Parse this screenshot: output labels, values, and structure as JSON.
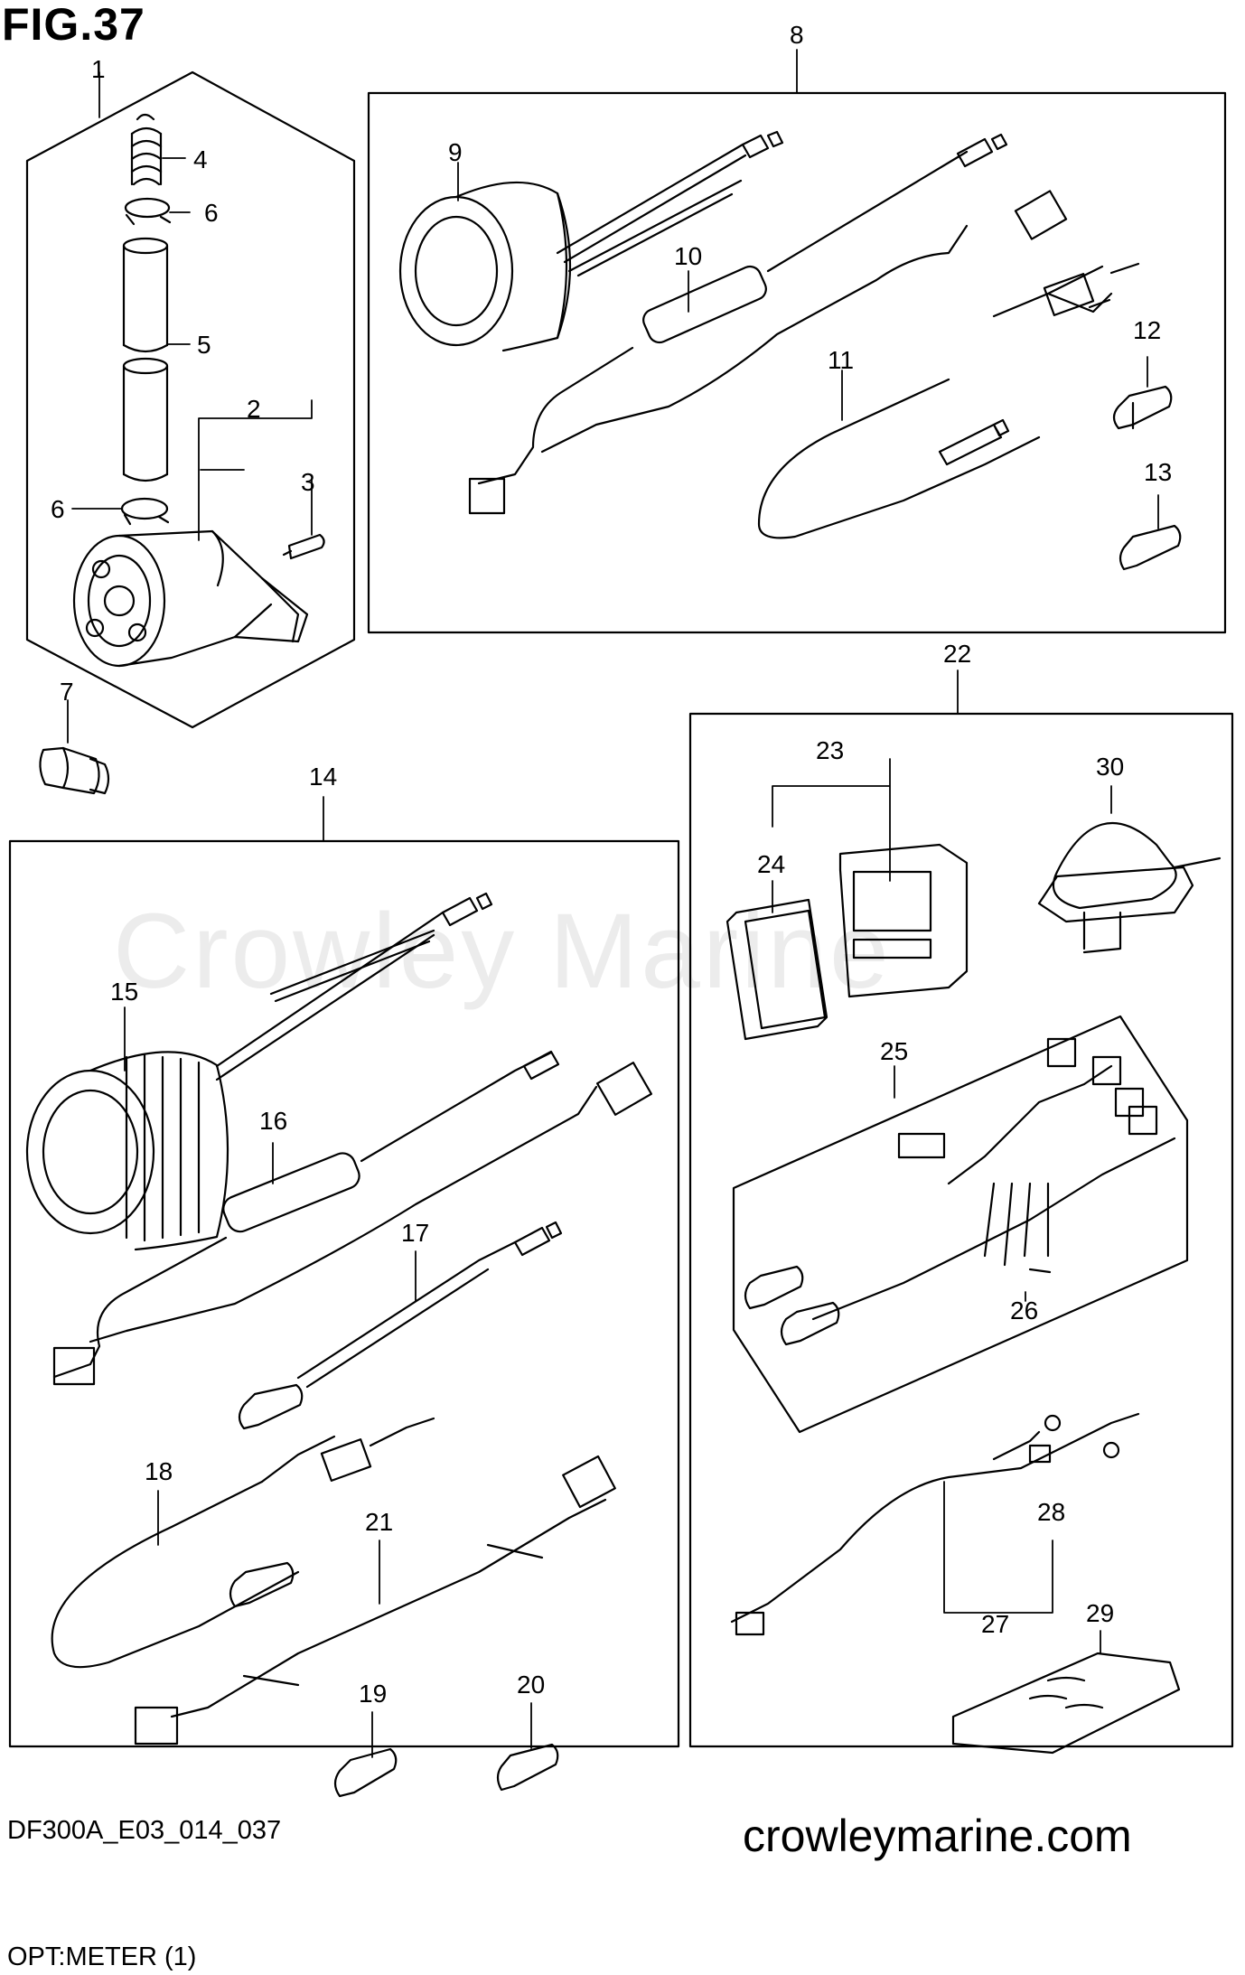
{
  "figure": {
    "title": "FIG.37",
    "code": "DF300A_E03_014_037",
    "subtitle": "OPT:METER (1)"
  },
  "watermark": "Crowley Marine",
  "site_url": "crowleymarine.com",
  "callouts": [
    "1",
    "2",
    "3",
    "4",
    "5",
    "6",
    "6",
    "7",
    "8",
    "9",
    "10",
    "11",
    "12",
    "13",
    "14",
    "15",
    "16",
    "17",
    "18",
    "19",
    "20",
    "21",
    "22",
    "23",
    "24",
    "25",
    "26",
    "27",
    "28",
    "29",
    "30"
  ],
  "colors": {
    "ink": "#000000",
    "paper": "#ffffff",
    "watermark": "#ececec"
  }
}
